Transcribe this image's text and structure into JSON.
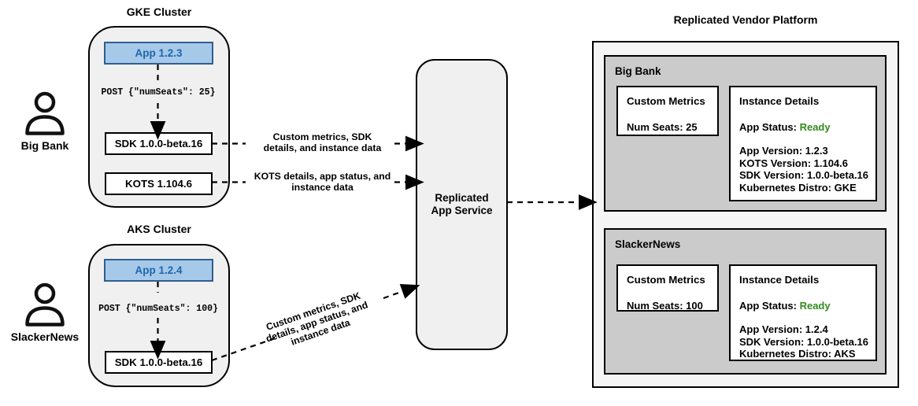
{
  "colors": {
    "app_fill": "#a6c9ea",
    "app_border": "#2f5f8f",
    "app_text": "#1f66a8",
    "ready_status": "#338a1d",
    "cluster_fill": "#f0f0f0",
    "section_fill": "#cbcbcb",
    "panel_fill": "#f5f5f5"
  },
  "actors": {
    "bank": "Big Bank",
    "news": "SlackerNews"
  },
  "clusters": {
    "gke": {
      "title": "GKE Cluster",
      "app": "App 1.2.3",
      "post": "POST {\"numSeats\": 25}",
      "sdk": "SDK 1.0.0-beta.16",
      "kots": "KOTS 1.104.6"
    },
    "aks": {
      "title": "AKS Cluster",
      "app": "App 1.2.4",
      "post": "POST {\"numSeats\": 100}",
      "sdk": "SDK 1.0.0-beta.16"
    }
  },
  "flows": {
    "sdk_to_service": "Custom metrics, SDK\ndetails, and instance data",
    "kots_to_service": "KOTS details, app status, and\ninstance data",
    "aks_sdk_to_service": "Custom metrics, SDK\ndetails, app status, and\ninstance data"
  },
  "service": {
    "label": "Replicated\nApp Service"
  },
  "platform": {
    "title": "Replicated Vendor Platform",
    "sections": [
      {
        "name": "Big Bank",
        "custom_metrics": {
          "title": "Custom Metrics",
          "num_seats": "Num Seats: 25"
        },
        "instance_details": {
          "title": "Instance Details",
          "status_label": "App Status:",
          "status_value": "Ready",
          "rows": [
            "App Version: 1.2.3",
            "KOTS Version: 1.104.6",
            "SDK Version: 1.0.0-beta.16",
            "Kubernetes Distro: GKE"
          ]
        }
      },
      {
        "name": "SlackerNews",
        "custom_metrics": {
          "title": "Custom Metrics",
          "num_seats": "Num Seats: 100"
        },
        "instance_details": {
          "title": "Instance Details",
          "status_label": "App Status:",
          "status_value": "Ready",
          "rows": [
            "App Version: 1.2.4",
            "SDK Version: 1.0.0-beta.16",
            "Kubernetes Distro: AKS"
          ]
        }
      }
    ]
  }
}
